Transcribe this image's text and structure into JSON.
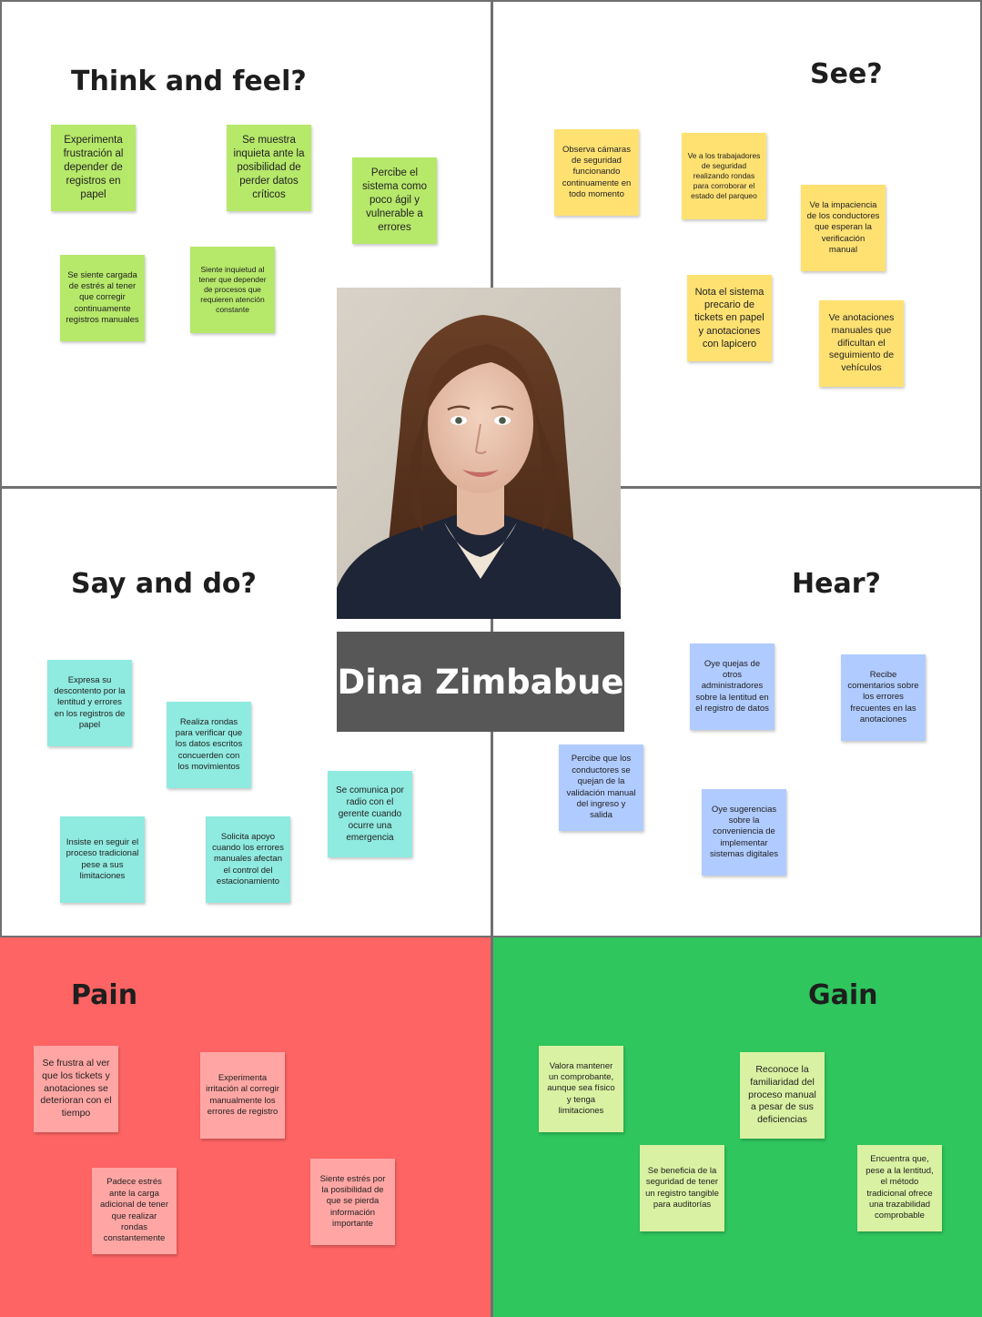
{
  "persona": {
    "name": "Dina Zimbabue"
  },
  "colors": {
    "think": "#b6e86a",
    "see": "#ffe172",
    "say": "#8feae0",
    "hear": "#b0cbff",
    "pain_bg": "#ff6464",
    "pain_note": "#ffa6a4",
    "gain_bg": "#2ec65d",
    "gain_note": "#d9f1a2"
  },
  "sections": {
    "think": {
      "title": "Think and feel?",
      "notes": [
        "Experimenta frustración al depender de registros en papel",
        "Se muestra inquieta ante la posibilidad de perder datos críticos",
        "Percibe el sistema como poco ágil y vulnerable a errores",
        "Se siente cargada de estrés al tener que corregir continuamente registros manuales",
        "Siente inquietud al tener que depender de procesos que requieren atención constante"
      ]
    },
    "see": {
      "title": "See?",
      "notes": [
        "Observa cámaras de seguridad funcionando continuamente en todo momento",
        "Ve a los trabajadores de seguridad realizando rondas para corroborar el estado del parqueo",
        "Ve la impaciencia de los conductores que esperan la verificación manual",
        "Nota el sistema precario de tickets en papel y anotaciones con lapicero",
        "Ve anotaciones manuales que dificultan el seguimiento de vehículos"
      ]
    },
    "say": {
      "title": "Say and do?",
      "notes": [
        "Expresa su descontento por la lentitud y errores en los registros de papel",
        "Realiza rondas para verificar que los datos escritos concuerden con los movimientos",
        "Se comunica por radio con el gerente cuando ocurre una emergencia",
        "Insiste en seguir el proceso tradicional pese a sus limitaciones",
        "Solicita apoyo cuando los errores manuales afectan el control del estacionamiento"
      ]
    },
    "hear": {
      "title": "Hear?",
      "notes": [
        "Oye quejas de otros administradores sobre la lentitud en el registro de datos",
        "Recibe comentarios sobre los errores frecuentes en las anotaciones",
        "Percibe que los conductores se quejan de la validación manual del ingreso y salida",
        "Oye sugerencias sobre la conveniencia de implementar sistemas digitales"
      ]
    },
    "pain": {
      "title": "Pain",
      "notes": [
        "Se frustra al ver que los tickets y anotaciones se deterioran con el tiempo",
        "Experimenta irritación al corregir manualmente los errores de registro",
        "Padece estrés ante la carga adicional de tener que realizar rondas constantemente",
        "Siente estrés por la posibilidad de que se pierda información importante"
      ]
    },
    "gain": {
      "title": "Gain",
      "notes": [
        "Valora mantener un comprobante, aunque sea físico y tenga limitaciones",
        "Reconoce la familiaridad del proceso manual a pesar de sus deficiencias",
        "Se beneficia de la seguridad de tener un registro tangible para auditorías",
        "Encuentra que, pese a la lentitud, el método tradicional ofrece una trazabilidad comprobable"
      ]
    }
  }
}
